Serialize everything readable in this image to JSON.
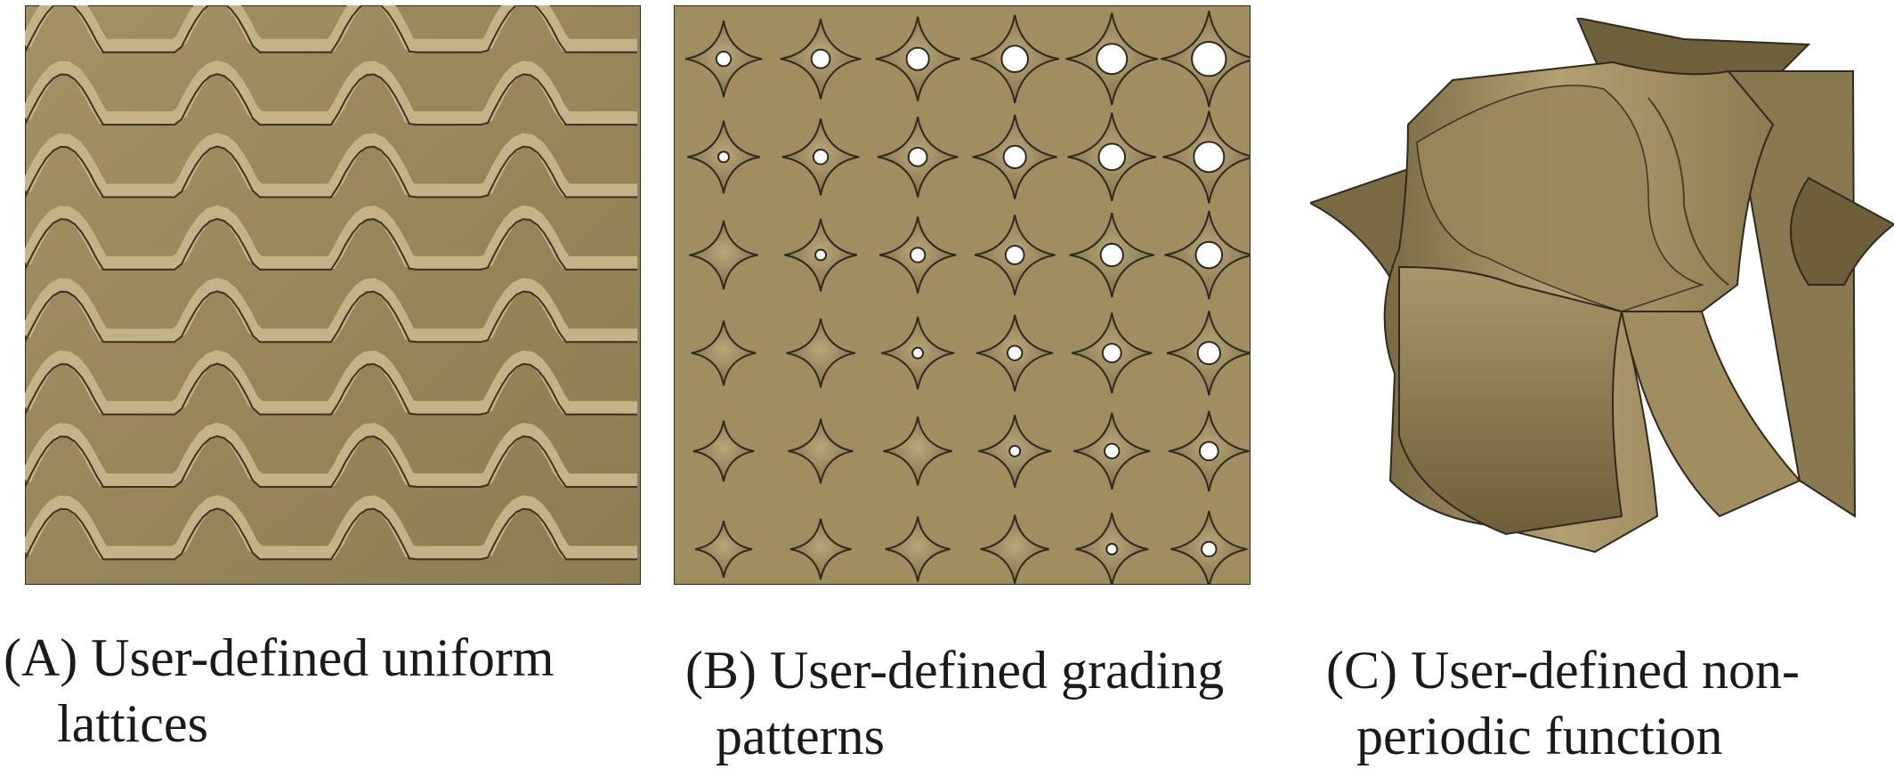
{
  "colors": {
    "material": "#9d8a5f",
    "material_light": "#b3a274",
    "material_dark": "#6b5c38",
    "outline": "#2f2a1e",
    "background": "#ffffff"
  },
  "panels": [
    {
      "id": "A",
      "caption_line1": "(A) User-defined uniform",
      "caption_line2": "lattices",
      "figure": "gyroid-like wavy uniform lattice"
    },
    {
      "id": "B",
      "caption_line1": "(B) User-defined grading",
      "caption_line2": "patterns",
      "figure": "graded lattice with diamond cells and holes"
    },
    {
      "id": "C",
      "caption_line1": "(C) User-defined non-",
      "caption_line2": "periodic function",
      "figure": "single non-periodic 3D unit cell"
    }
  ]
}
